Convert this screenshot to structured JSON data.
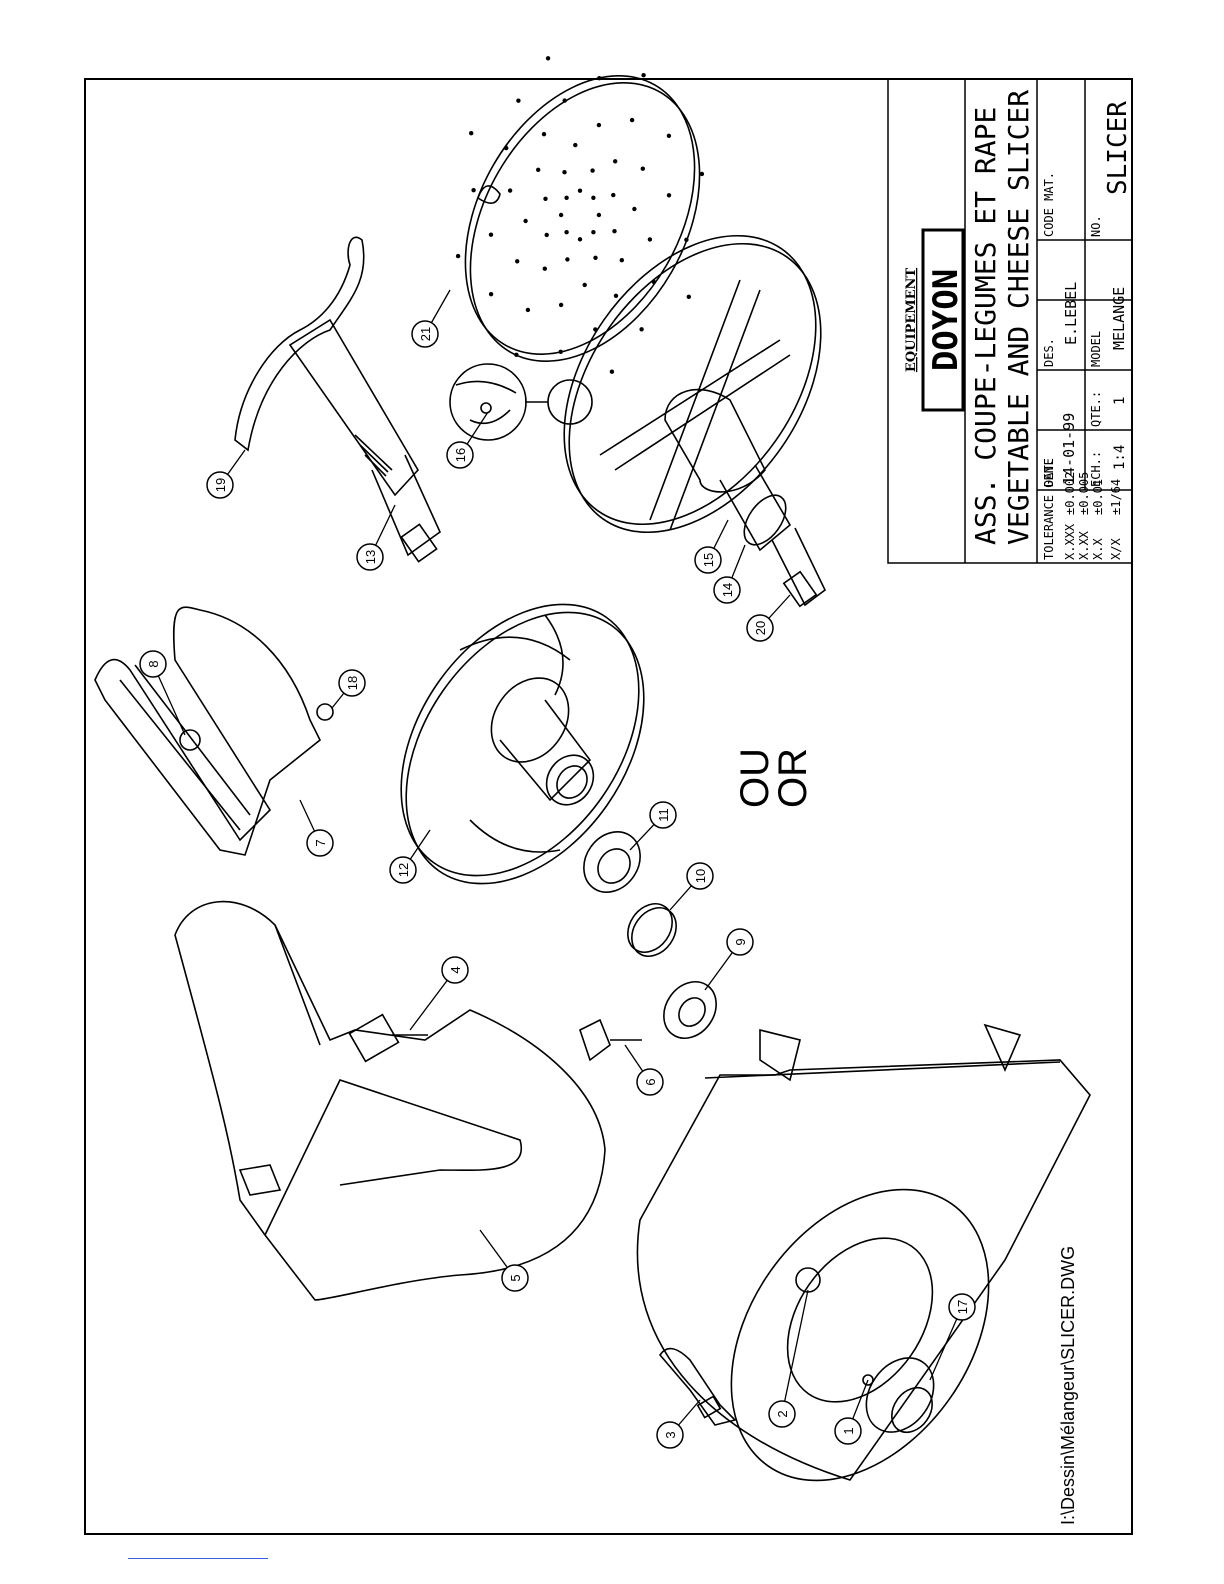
{
  "drawing": {
    "file_path": "I:\\Dessin\\Mélangeur\\SLICER.DWG",
    "or_label_fr": "OU",
    "or_label_en": "OR"
  },
  "title_block": {
    "brand_top": "EQUIPEMENT",
    "brand_main": "DOYON",
    "title_fr": "ASS. COUPE-LEGUMES ET RAPE",
    "title_en": "VEGETABLE AND CHEESE SLICER",
    "tolerance_header": "TOLERANCE GEN.",
    "tolerances": [
      {
        "fmt": "X.XXX",
        "val": "±0.002"
      },
      {
        "fmt": "X.XX",
        "val": "±0.005"
      },
      {
        "fmt": "X.X",
        "val": "±0.01"
      },
      {
        "fmt": "X/X",
        "val": "±1/64"
      }
    ],
    "date_label": "DATE",
    "date_value": "14-01-99",
    "scale_label": "ECH.:",
    "scale_value": "1:4",
    "qty_label": "QTE.:",
    "qty_value": "1",
    "designer_label": "DES.",
    "designer_value": "E.LEBEL",
    "model_label": "MODEL",
    "model_value": "MELANGE",
    "material_label": "CODE MAT.",
    "number_label": "NO.",
    "number_value": "SLICER"
  },
  "callouts": [
    "1",
    "2",
    "3",
    "4",
    "5",
    "6",
    "7",
    "8",
    "9",
    "10",
    "11",
    "12",
    "13",
    "14",
    "15",
    "16",
    "17",
    "18",
    "19",
    "20",
    "21"
  ]
}
